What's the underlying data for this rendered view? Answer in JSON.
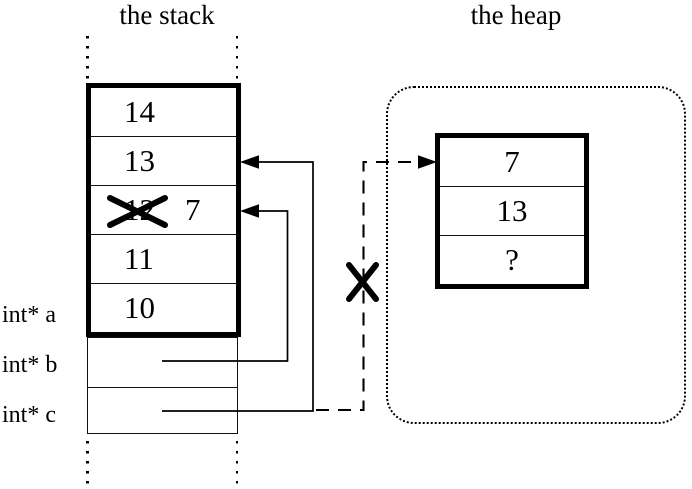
{
  "titles": {
    "stack": "the stack",
    "heap": "the heap"
  },
  "stack": {
    "cells": [
      {
        "value": "14"
      },
      {
        "value": "13"
      },
      {
        "old_value": "12",
        "new_value": "7",
        "crossed_out": true
      },
      {
        "value": "11"
      },
      {
        "value": "10"
      }
    ]
  },
  "pointers": {
    "labels": [
      "int* a",
      "int* b",
      "int* c"
    ],
    "relations": [
      {
        "from": "int* b",
        "to": "stack cell 7",
        "style": "solid"
      },
      {
        "from": "int* c",
        "to": "stack cell 13",
        "style": "solid"
      },
      {
        "from": "int* c",
        "to": "heap block",
        "style": "dashed",
        "severed": true
      }
    ]
  },
  "heap": {
    "cells": [
      "7",
      "13",
      "?"
    ]
  },
  "marks": {
    "crossout_glyph": "X",
    "crossed_stack_value": "12",
    "severed_heap_pointer": true
  },
  "colors": {
    "ink": "#000000",
    "background": "#ffffff"
  }
}
